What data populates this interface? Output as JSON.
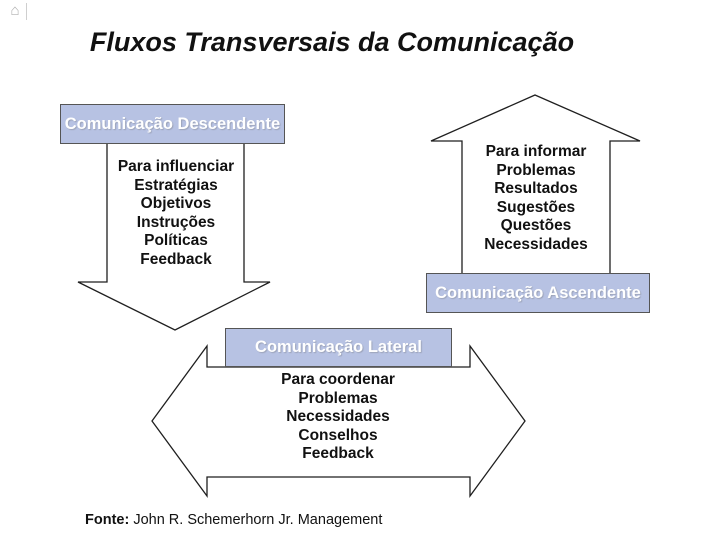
{
  "colors": {
    "box_fill": "#b7c2e3",
    "box_border": "#555555",
    "box_text": "#ffffff",
    "arrow_stroke": "#1f1f1f",
    "text_color": "#111111",
    "icon_color": "#b0b0b0"
  },
  "icons": {
    "home_glyph": "⌂"
  },
  "title": "Fluxos Transversais da Comunicação",
  "flows": {
    "descending": {
      "label": "Comunicação Descendente",
      "items": [
        "Para influenciar",
        "Estratégias",
        "Objetivos",
        "Instruções",
        "Políticas",
        "Feedback"
      ]
    },
    "ascending": {
      "label": "Comunicação Ascendente",
      "items": [
        "Para informar",
        "Problemas",
        "Resultados",
        "Sugestões",
        "Questões",
        "Necessidades"
      ]
    },
    "lateral": {
      "label": "Comunicação Lateral",
      "items": [
        "Para coordenar",
        "Problemas",
        "Necessidades",
        "Conselhos",
        "Feedback"
      ]
    }
  },
  "footer": {
    "source_label": "Fonte:",
    "source_text": " John R. Schemerhorn Jr. Management"
  }
}
